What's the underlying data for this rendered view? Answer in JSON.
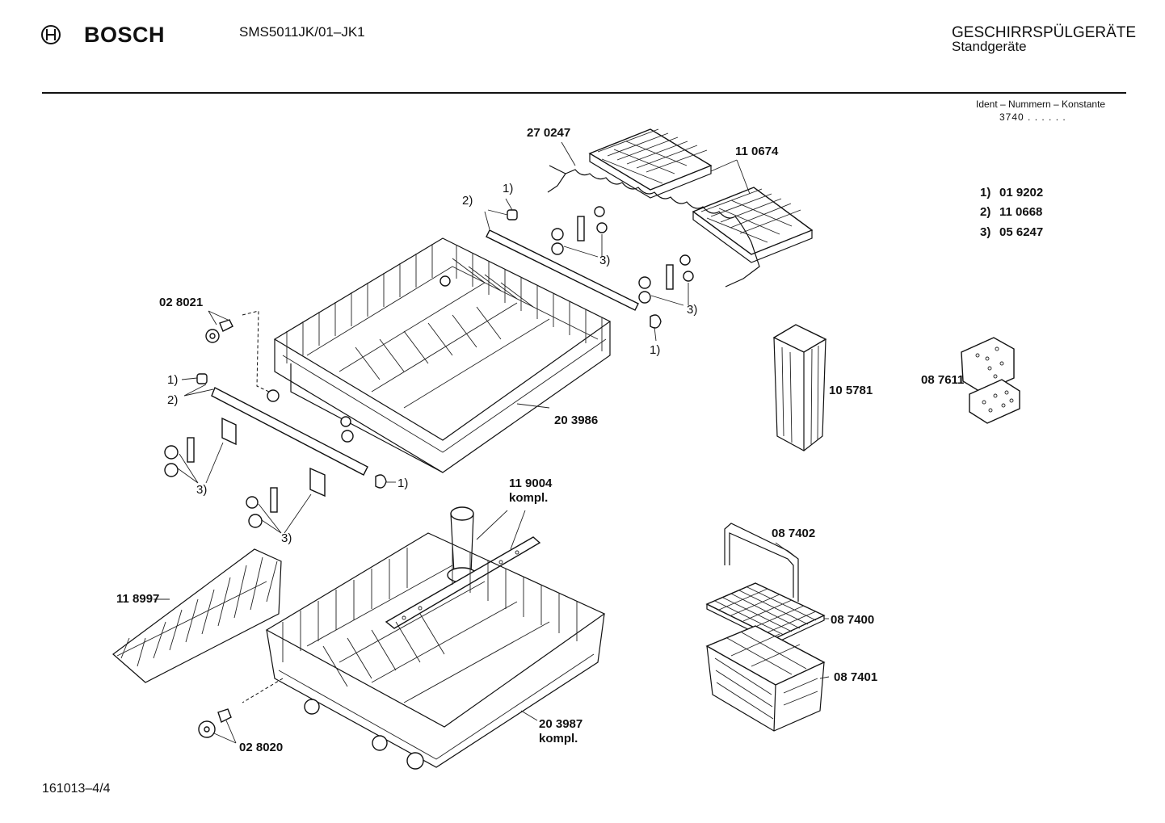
{
  "header": {
    "brand": "BOSCH",
    "model": "SMS5011JK/01–JK1",
    "category": "GESCHIRRSPÜLGERÄTE",
    "subcategory": "Standgeräte",
    "ident_label": "Ident – Nummern – Konstante",
    "ident_value": "3740 . .  . . . ."
  },
  "legend": [
    {
      "key": "1)",
      "part": "01 9202"
    },
    {
      "key": "2)",
      "part": "11 0668"
    },
    {
      "key": "3)",
      "part": "05 6247"
    }
  ],
  "parts": {
    "p270247": "27 0247",
    "p110674": "11 0674",
    "p028021": "02 8021",
    "p203986": "20 3986",
    "p105781": "10 5781",
    "p087611": "08 7611",
    "p119004": "11 9004",
    "p119004_sub": "kompl.",
    "p118997": "11 8997",
    "p087402": "08 7402",
    "p087400": "08 7400",
    "p087401": "08 7401",
    "p028020": "02 8020",
    "p203987": "20 3987",
    "p203987_sub": "kompl."
  },
  "callouts": {
    "c1": "1)",
    "c2": "2)",
    "c3": "3)"
  },
  "footer": "161013–4/4"
}
